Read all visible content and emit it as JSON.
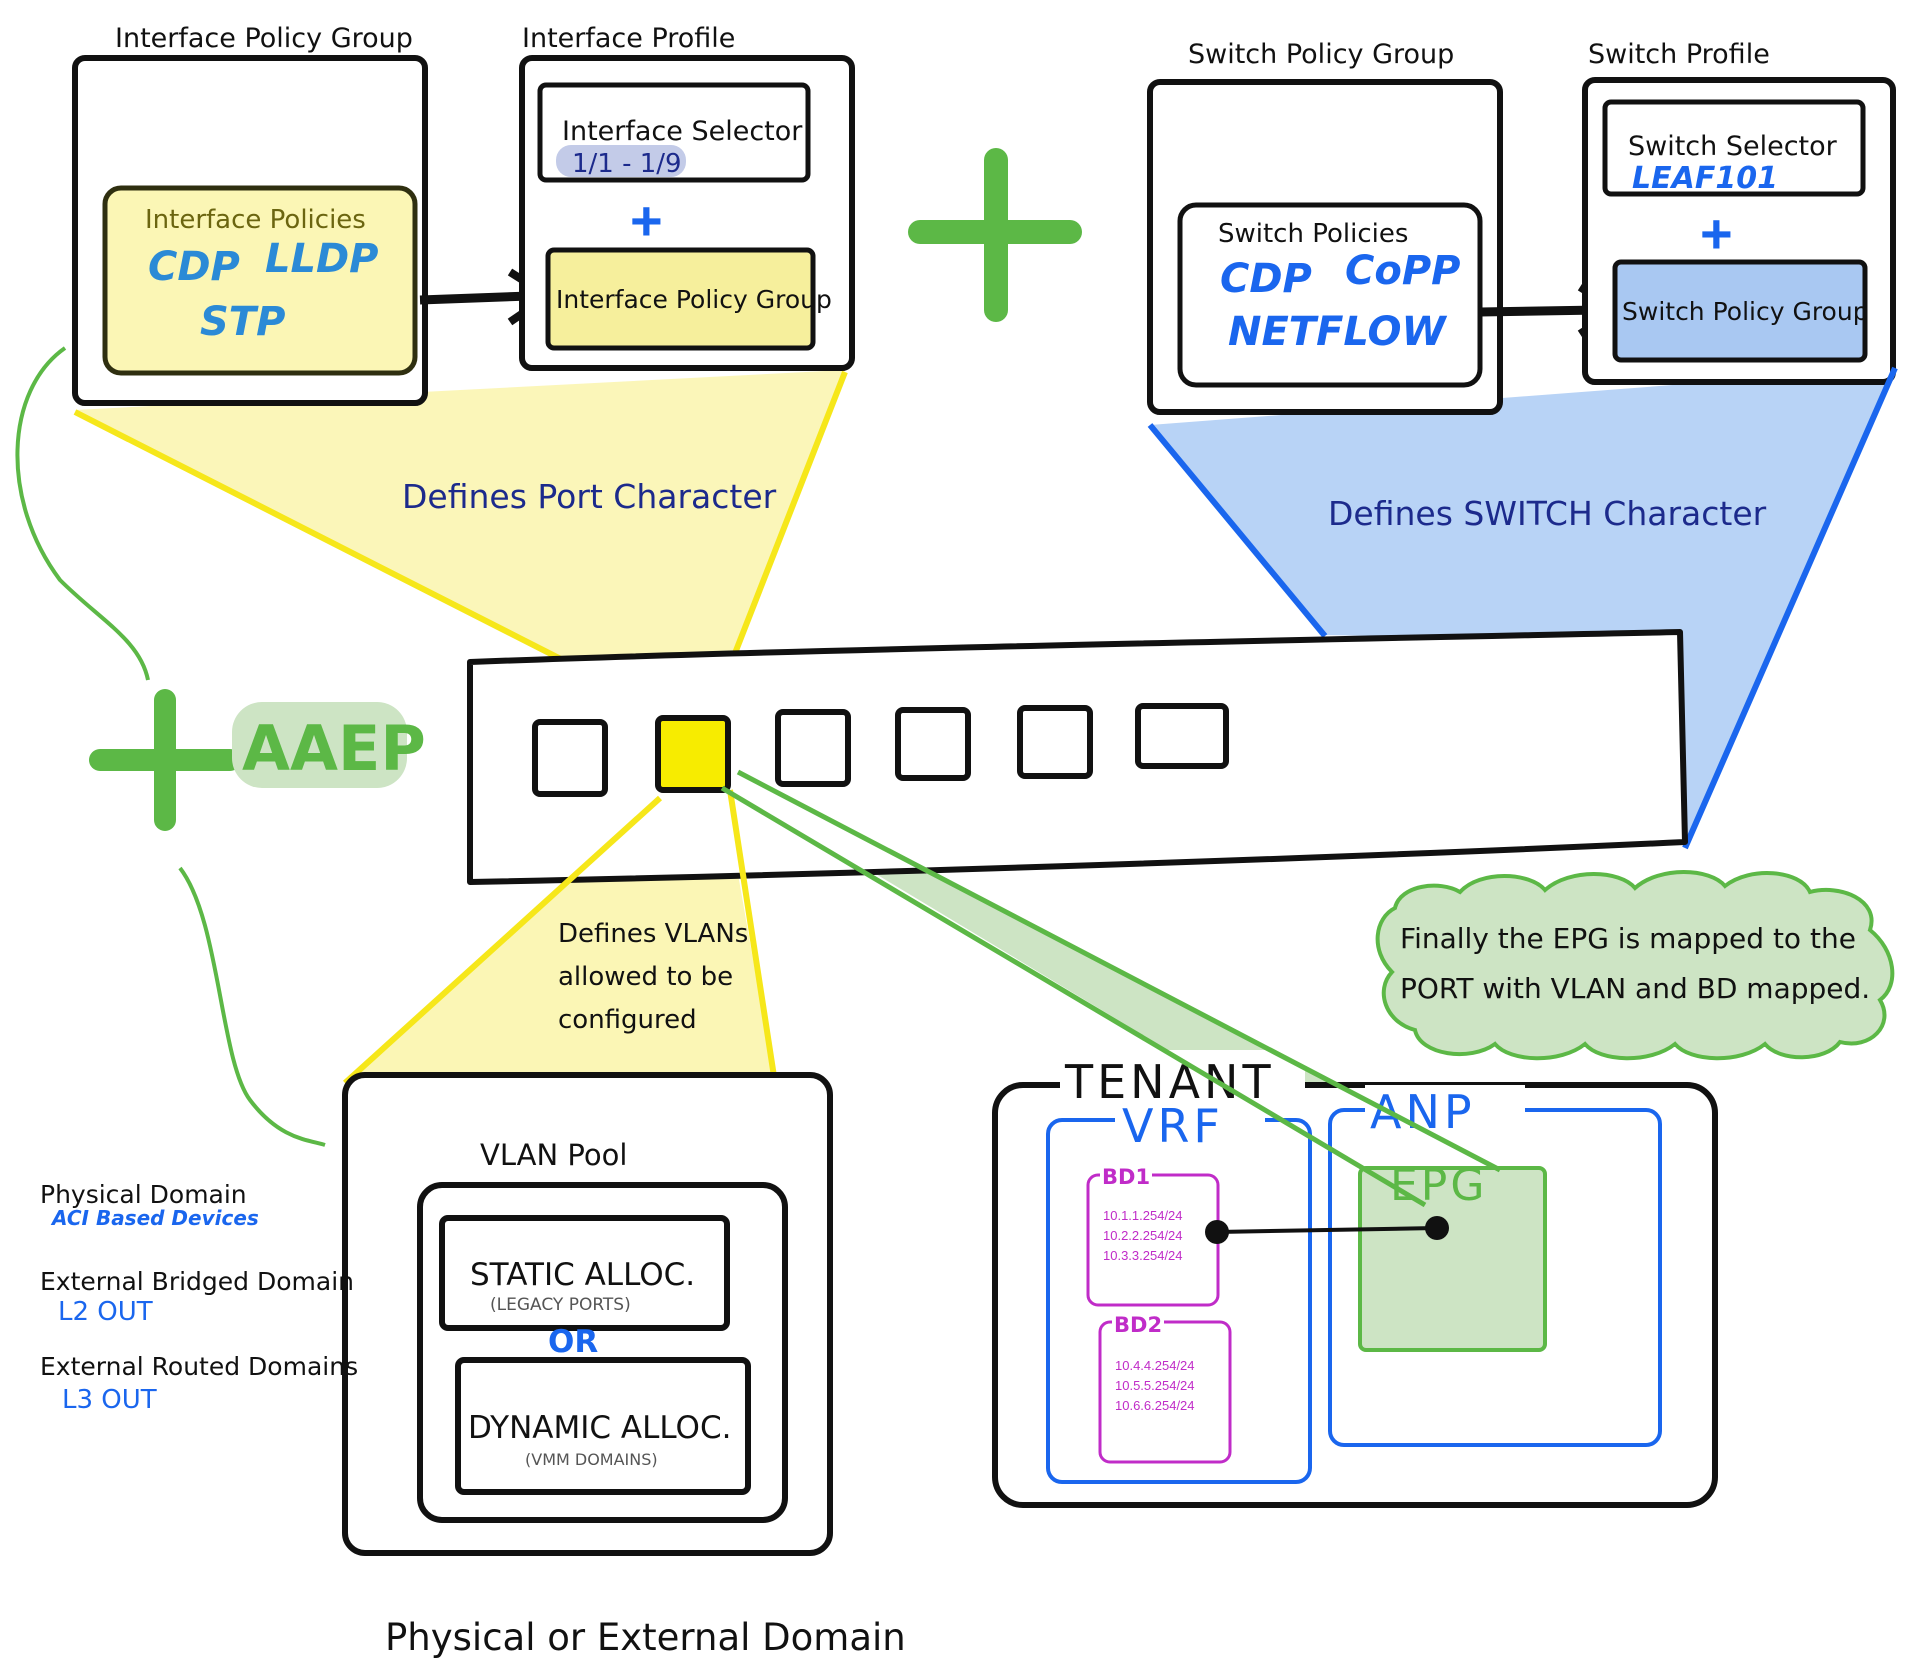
{
  "interface_side": {
    "policy_group_title": "Interface Policy Group",
    "policies_label": "Interface Policies",
    "policies": [
      "CDP",
      "LLDP",
      "STP"
    ],
    "profile_title": "Interface Profile",
    "selector_label": "Interface Selector",
    "selector_range": "1/1 - 1/9",
    "plus": "+",
    "policy_group_ref": "Interface Policy Group",
    "defines": "Defines Port Character"
  },
  "switch_side": {
    "policy_group_title": "Switch Policy Group",
    "policies_label": "Switch Policies",
    "policies": [
      "CDP",
      "CoPP",
      "NETFLOW"
    ],
    "profile_title": "Switch Profile",
    "selector_label": "Switch Selector",
    "selector_value": "LEAF101",
    "plus": "+",
    "policy_group_ref": "Switch Policy Group",
    "defines": "Defines SWITCH Character"
  },
  "aaep": {
    "label": "AAEP",
    "plus": "+"
  },
  "vlan": {
    "defines_lines": [
      "Defines VLANs",
      "allowed to be",
      "configured"
    ],
    "pool_label": "VLAN Pool",
    "static_label": "STATIC ALLOC.",
    "static_sub": "(LEGACY PORTS)",
    "or": "OR",
    "dynamic_label": "DYNAMIC ALLOC.",
    "dynamic_sub": "(VMM DOMAINS)",
    "domain_title": "Physical or External Domain"
  },
  "domains": [
    {
      "name": "Physical Domain",
      "sub": "ACI Based Devices"
    },
    {
      "name": "External Bridged Domain",
      "sub": "L2 OUT"
    },
    {
      "name": "External Routed Domains",
      "sub": "L3 OUT"
    }
  ],
  "tenant": {
    "label": "TENANT",
    "vrf": "VRF",
    "anp": "ANP",
    "epg": "EPG",
    "bd1": {
      "label": "BD1",
      "subnets": [
        "10.1.1.254/24",
        "10.2.2.254/24",
        "10.3.3.254/24"
      ]
    },
    "bd2": {
      "label": "BD2",
      "subnets": [
        "10.4.4.254/24",
        "10.5.5.254/24",
        "10.6.6.254/24"
      ]
    }
  },
  "note": {
    "lines": [
      "Finally the EPG is mapped to the",
      "PORT with VLAN and BD mapped."
    ]
  },
  "colors": {
    "yellow_fill": "#fbf6b5",
    "yellow_line": "#f6e71a",
    "blue_fill": "#b8d3f6",
    "blue_line": "#1a66ee",
    "green": "#5cb846",
    "green_fill": "#cde4c4",
    "navy_text": "#1c2a8c",
    "cyan_text": "#2b8ad6",
    "purple": "#c02cc8",
    "port_yellow": "#f7ec00"
  }
}
